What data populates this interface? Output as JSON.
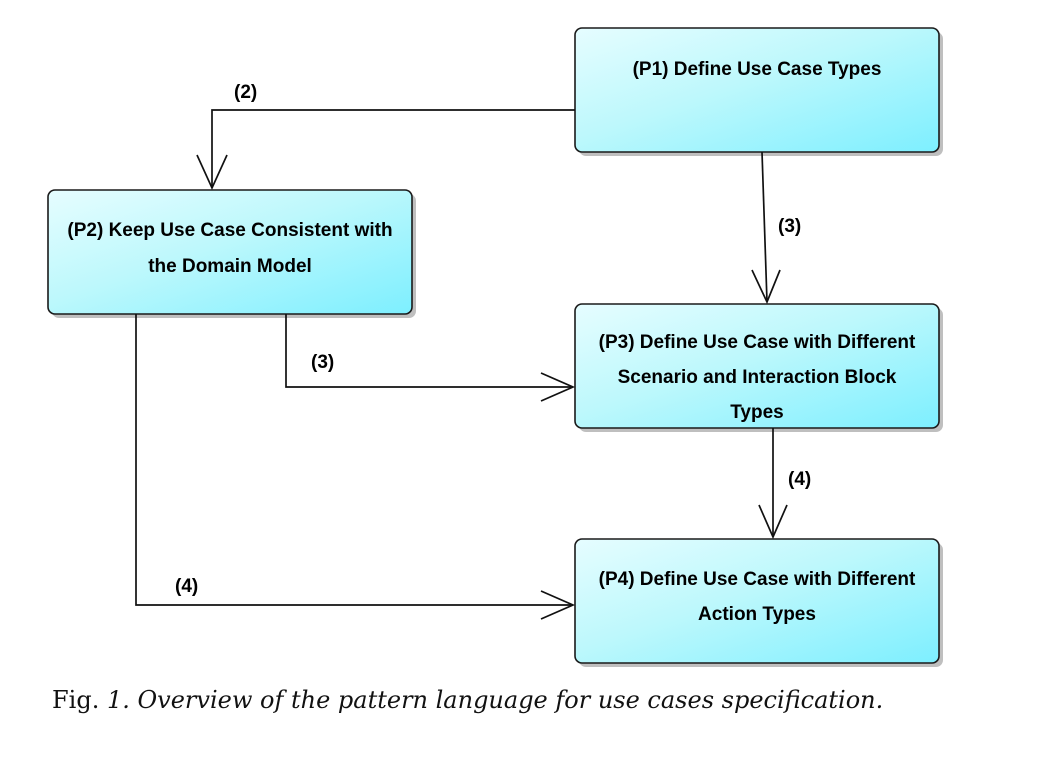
{
  "nodes": [
    {
      "id": "p1",
      "lines": [
        "(P1) Define Use Case Types"
      ]
    },
    {
      "id": "p2",
      "lines": [
        "(P2) Keep Use Case Consistent with",
        "the Domain Model"
      ]
    },
    {
      "id": "p3",
      "lines": [
        "(P3) Define Use Case with Different",
        "Scenario and Interaction Block",
        "Types"
      ]
    },
    {
      "id": "p4",
      "lines": [
        "(P4) Define Use Case with Different",
        "Action Types"
      ]
    }
  ],
  "edges": [
    {
      "id": "e-p1-p2",
      "from": "p1",
      "to": "p2",
      "label": "(2)"
    },
    {
      "id": "e-p1-p3",
      "from": "p1",
      "to": "p3",
      "label": "(3)"
    },
    {
      "id": "e-p2-p3",
      "from": "p2",
      "to": "p3",
      "label": "(3)"
    },
    {
      "id": "e-p3-p4",
      "from": "p3",
      "to": "p4",
      "label": "(4)"
    },
    {
      "id": "e-p2-p4",
      "from": "p2",
      "to": "p4",
      "label": "(4)"
    }
  ],
  "caption": {
    "figure_label": "Fig. ",
    "figure_number": "1.",
    "text": " Overview of the pattern language for use cases specification."
  }
}
